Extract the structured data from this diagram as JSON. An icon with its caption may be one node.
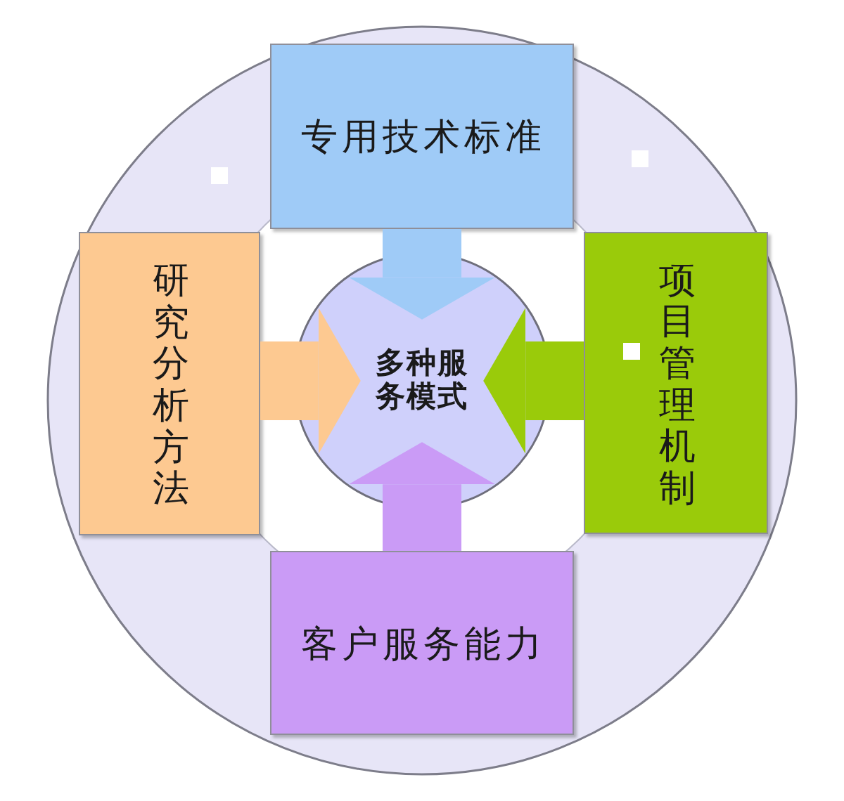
{
  "diagram": {
    "nodes": [
      {
        "text": [
          "专用技术标准"
        ]
      },
      {
        "text": [
          "研究分析方法"
        ]
      },
      {
        "text": [
          "多种服务模式"
        ]
      },
      {
        "text": [
          "项目管理机制"
        ]
      },
      {
        "text": [
          "客户服务能力"
        ]
      }
    ],
    "edges": [
      {
        "from": 0,
        "to": 2,
        "arrow": "to",
        "color": "#9fcbf7"
      },
      {
        "from": 1,
        "to": 2,
        "arrow": "to",
        "color": "#fdc991"
      },
      {
        "from": 3,
        "to": 2,
        "arrow": "to",
        "color": "#9acb0a"
      },
      {
        "from": 4,
        "to": 2,
        "arrow": "to",
        "color": "#ca9bf6"
      }
    ]
  }
}
